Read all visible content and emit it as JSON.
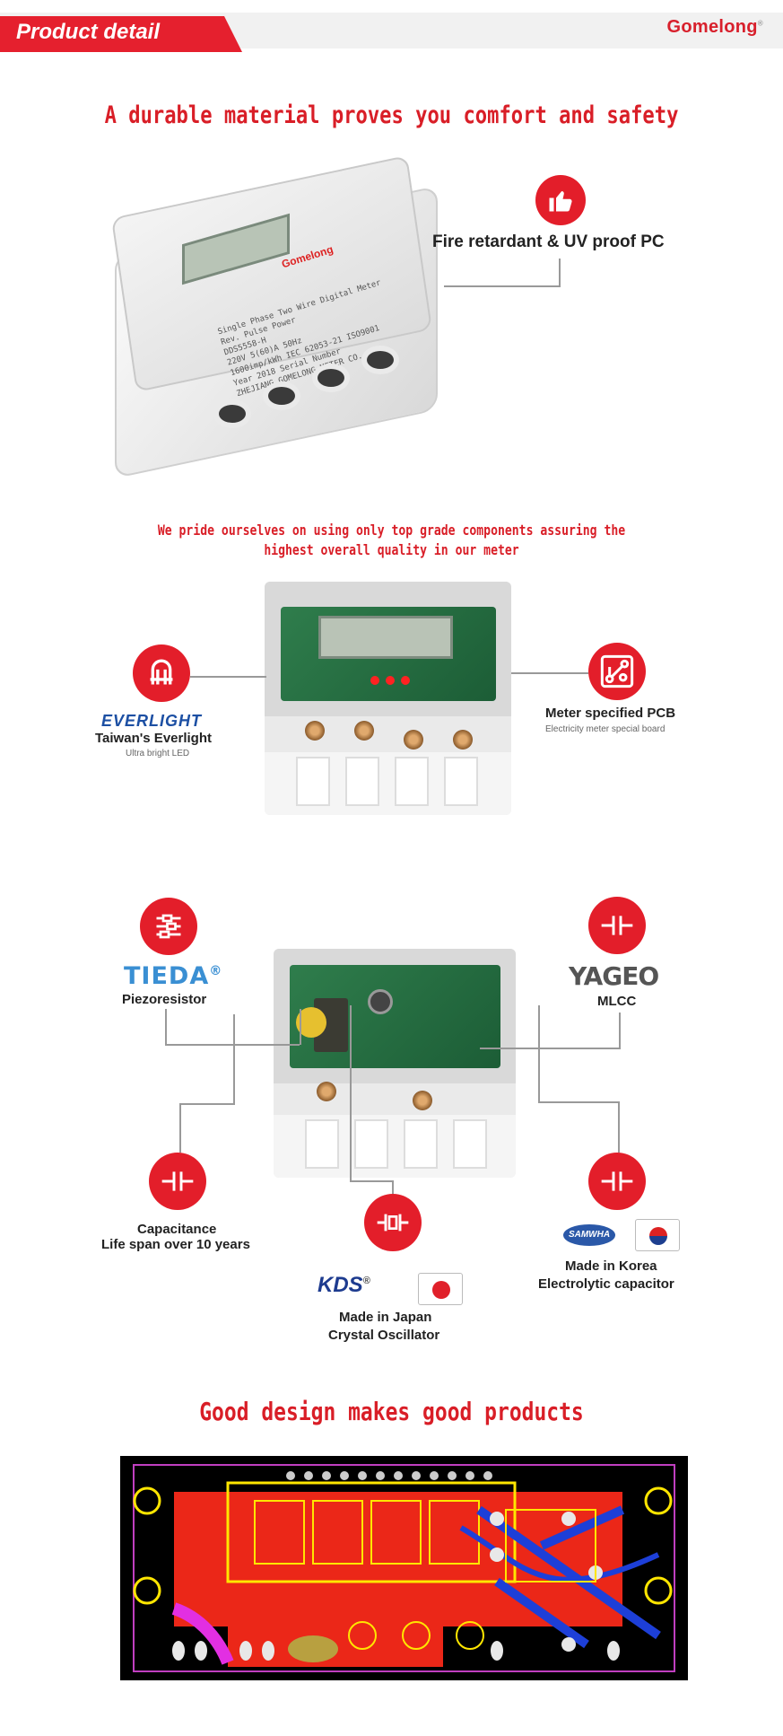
{
  "header": {
    "title": "Product detail",
    "brand": "Gomelong",
    "brand_mark": "®"
  },
  "section1": {
    "heading": "A durable material proves you comfort and safety",
    "callout": "Fire retardant & UV proof PC",
    "meter_label": "Gomelong",
    "meter_text": [
      "Single Phase Two Wire Digital Meter",
      "Rev. Pulse Power",
      "DDS5558-H",
      "220V 5(60)A 50Hz",
      "1600imp/kWh  IEC 62053-21  ISO9001",
      "Year 2018  Serial Number",
      "ZHEJIANG GOMELONG METER CO.,LTD"
    ]
  },
  "section2": {
    "heading_line1": "We pride ourselves on using only top grade components assuring the",
    "heading_line2": "highest overall quality in our meter",
    "left": {
      "logo": "EVERLIGHT",
      "title": "Taiwan's Everlight",
      "sub": "Ultra bright LED"
    },
    "right": {
      "title": "Meter specified PCB",
      "sub": "Electricity meter special board"
    }
  },
  "section3": {
    "tieda": {
      "logo": "TIEDA",
      "reg": "®",
      "title": "Piezoresistor"
    },
    "yageo": {
      "logo": "YAGEO",
      "title": "MLCC"
    },
    "capacitance": {
      "line1": "Capacitance",
      "line2": "Life span over 10 years"
    },
    "samwha": {
      "logo": "SAMWHA",
      "line1": "Made in Korea",
      "line2": "Electrolytic capacitor"
    },
    "kds": {
      "logo": "KDS",
      "reg": "®",
      "line1": "Made in Japan",
      "line2": "Crystal Oscillator"
    }
  },
  "section4": {
    "heading": "Good design makes good products"
  },
  "colors": {
    "accent": "#e31e2a",
    "heading": "#d91e27",
    "pcb_bg": "#000000",
    "pcb_copper": "#ff2a1a",
    "pcb_silk": "#ffe600"
  }
}
